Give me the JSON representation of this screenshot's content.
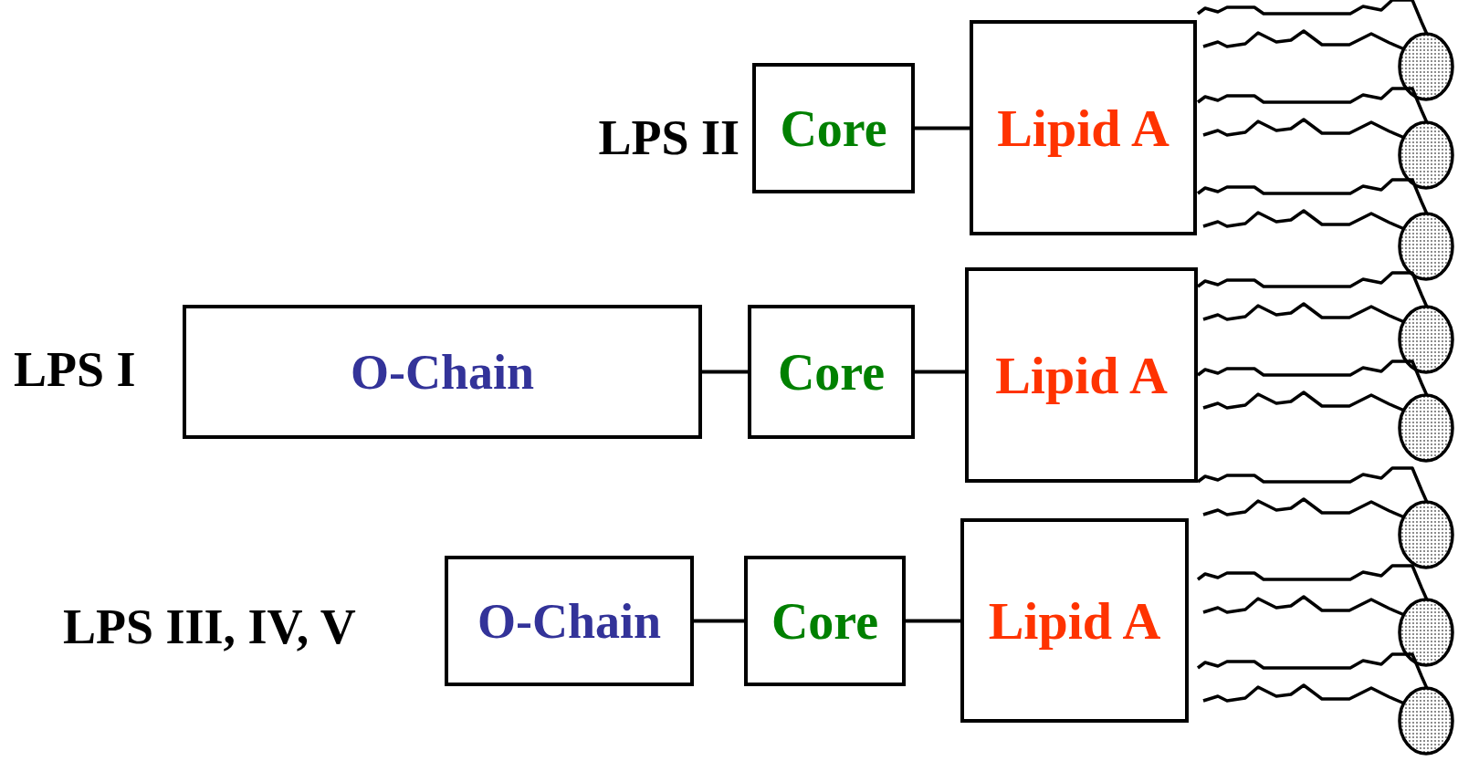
{
  "diagram": {
    "nodes": [
      {
        "text": [
          "Core"
        ]
      },
      {
        "text": [
          "Lipid A"
        ]
      },
      {
        "text": [
          "O-Chain"
        ]
      },
      {
        "text": [
          "Core"
        ]
      },
      {
        "text": [
          "Lipid A"
        ]
      },
      {
        "text": [
          "O-Chain"
        ]
      },
      {
        "text": [
          "Core"
        ]
      },
      {
        "text": [
          "Lipid A"
        ]
      }
    ],
    "edges": [
      {
        "from": 0,
        "to": 1,
        "arrow": "none"
      },
      {
        "from": 2,
        "to": 3,
        "arrow": "none"
      },
      {
        "from": 3,
        "to": 4,
        "arrow": "none"
      },
      {
        "from": 5,
        "to": 6,
        "arrow": "none"
      },
      {
        "from": 6,
        "to": 7,
        "arrow": "none"
      }
    ],
    "labels": [
      "LPS II",
      "LPS I",
      "LPS III, IV, V"
    ]
  }
}
